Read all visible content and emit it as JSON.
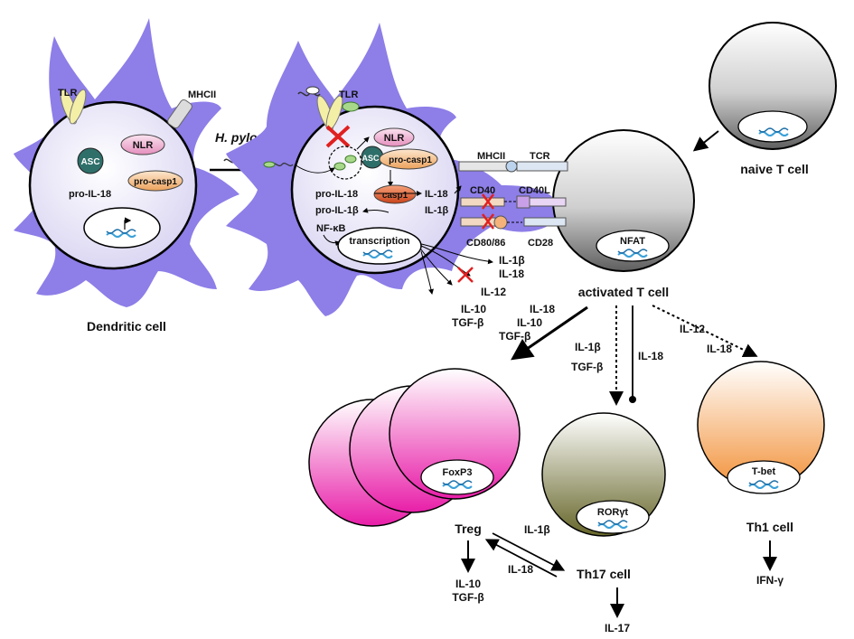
{
  "dendritic_cell": {
    "caption": "Dendritic cell",
    "tlr": "TLR",
    "mhcii": "MHCII",
    "nlr": "NLR",
    "asc": "ASC",
    "pro_casp1": "pro-casp1",
    "pro_il18": "pro-IL-18"
  },
  "stimulus": {
    "label": "H. pylori"
  },
  "infected_dc": {
    "tlr": "TLR",
    "nlr": "NLR",
    "asc": "ASC",
    "pro_casp1": "pro-casp1",
    "casp1": "casp1",
    "pro_il18": "pro-IL-18",
    "pro_il1b": "pro-IL-1β",
    "il18": "IL-18",
    "il1b": "IL-1β",
    "nfkb": "NF-κB",
    "transcription": "transcription",
    "out_il1b": "IL-1β",
    "out_il18": "IL-18",
    "out_il12": "IL-12",
    "out_il10": "IL-10",
    "out_tgfb": "TGF-β"
  },
  "synapse": {
    "mhcii": "MHCII",
    "tcr": "TCR",
    "cd40": "CD40",
    "cd40l": "CD40L",
    "cd8086": "CD80/86",
    "cd28": "CD28"
  },
  "naive_t": {
    "caption": "naive T cell"
  },
  "activated_t": {
    "caption": "activated T cell",
    "tf": "NFAT"
  },
  "paths": {
    "treg": [
      "IL-18",
      "IL-10",
      "TGF-β"
    ],
    "th17_a": [
      "IL-1β",
      "TGF-β"
    ],
    "th17_b": "IL-18",
    "th1": [
      "IL-12",
      "IL-18"
    ]
  },
  "treg": {
    "caption": "Treg",
    "tf": "FoxP3",
    "out1": "IL-10",
    "out2": "TGF-β"
  },
  "th17": {
    "caption": "Th17 cell",
    "tf": "RORγt",
    "out": "IL-17"
  },
  "th1": {
    "caption": "Th1 cell",
    "tf": "T-bet",
    "out": "IFN-γ"
  },
  "conversion": {
    "to_th17": "IL-1β",
    "to_treg": "IL-18"
  },
  "colors": {
    "dc_purple": "#8d7ee8",
    "asc_teal": "#2f6f6a",
    "nlr_pink": "#f1b6d4",
    "casp_orange": "#f3c38c",
    "treg_magenta": "#e81ea8",
    "th17_olive": "#66662a",
    "th1_orange": "#f2923a",
    "block_red": "#e02020"
  }
}
